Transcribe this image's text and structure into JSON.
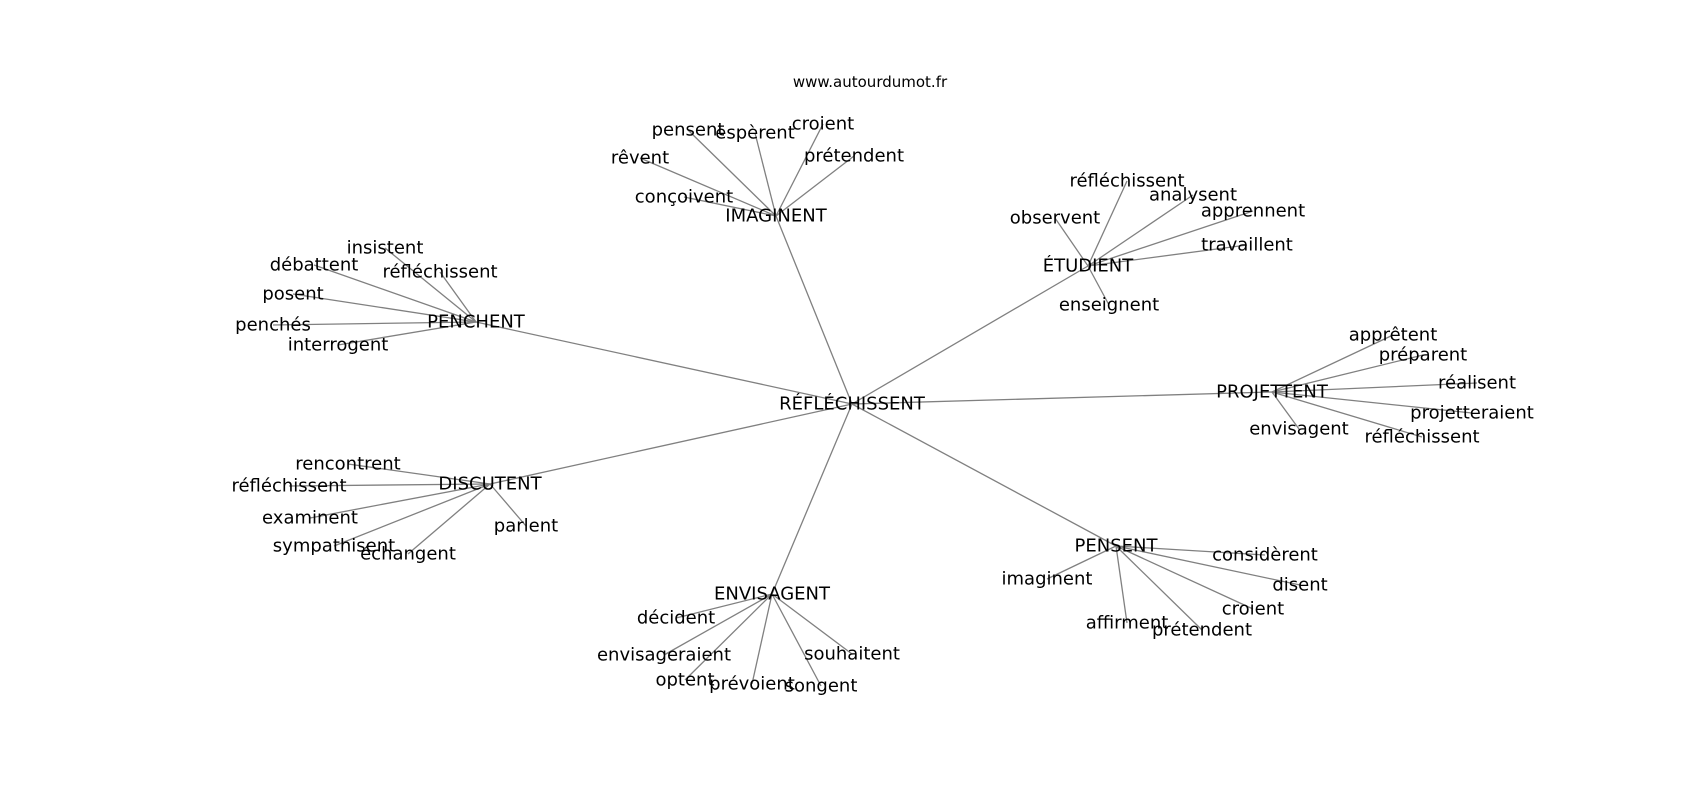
{
  "source": "www.autourdumot.fr",
  "edge_color": "#808080",
  "text_color": "#000000",
  "center": {
    "label": "RÉFLÉCHISSENT"
  },
  "groups": [
    {
      "label": "IMAGINENT",
      "leaves": [
        "pensent",
        "espèrent",
        "croient",
        "rêvent",
        "prétendent",
        "conçoivent"
      ]
    },
    {
      "label": "ÉTUDIENT",
      "leaves": [
        "réfléchissent",
        "analysent",
        "observent",
        "apprennent",
        "travaillent",
        "enseignent"
      ]
    },
    {
      "label": "PENCHENT",
      "leaves": [
        "insistent",
        "débattent",
        "réfléchissent",
        "posent",
        "penchés",
        "interrogent"
      ]
    },
    {
      "label": "PROJETTENT",
      "leaves": [
        "apprêtent",
        "préparent",
        "réalisent",
        "projetteraient",
        "envisagent",
        "réfléchissent"
      ]
    },
    {
      "label": "DISCUTENT",
      "leaves": [
        "rencontrent",
        "réfléchissent",
        "examinent",
        "sympathisent",
        "échangent",
        "parlent"
      ]
    },
    {
      "label": "PENSENT",
      "leaves": [
        "considèrent",
        "disent",
        "imaginent",
        "croient",
        "affirment",
        "prétendent"
      ]
    },
    {
      "label": "ENVISAGENT",
      "leaves": [
        "décident",
        "envisageraient",
        "souhaitent",
        "optent",
        "prévoient",
        "songent"
      ]
    }
  ]
}
